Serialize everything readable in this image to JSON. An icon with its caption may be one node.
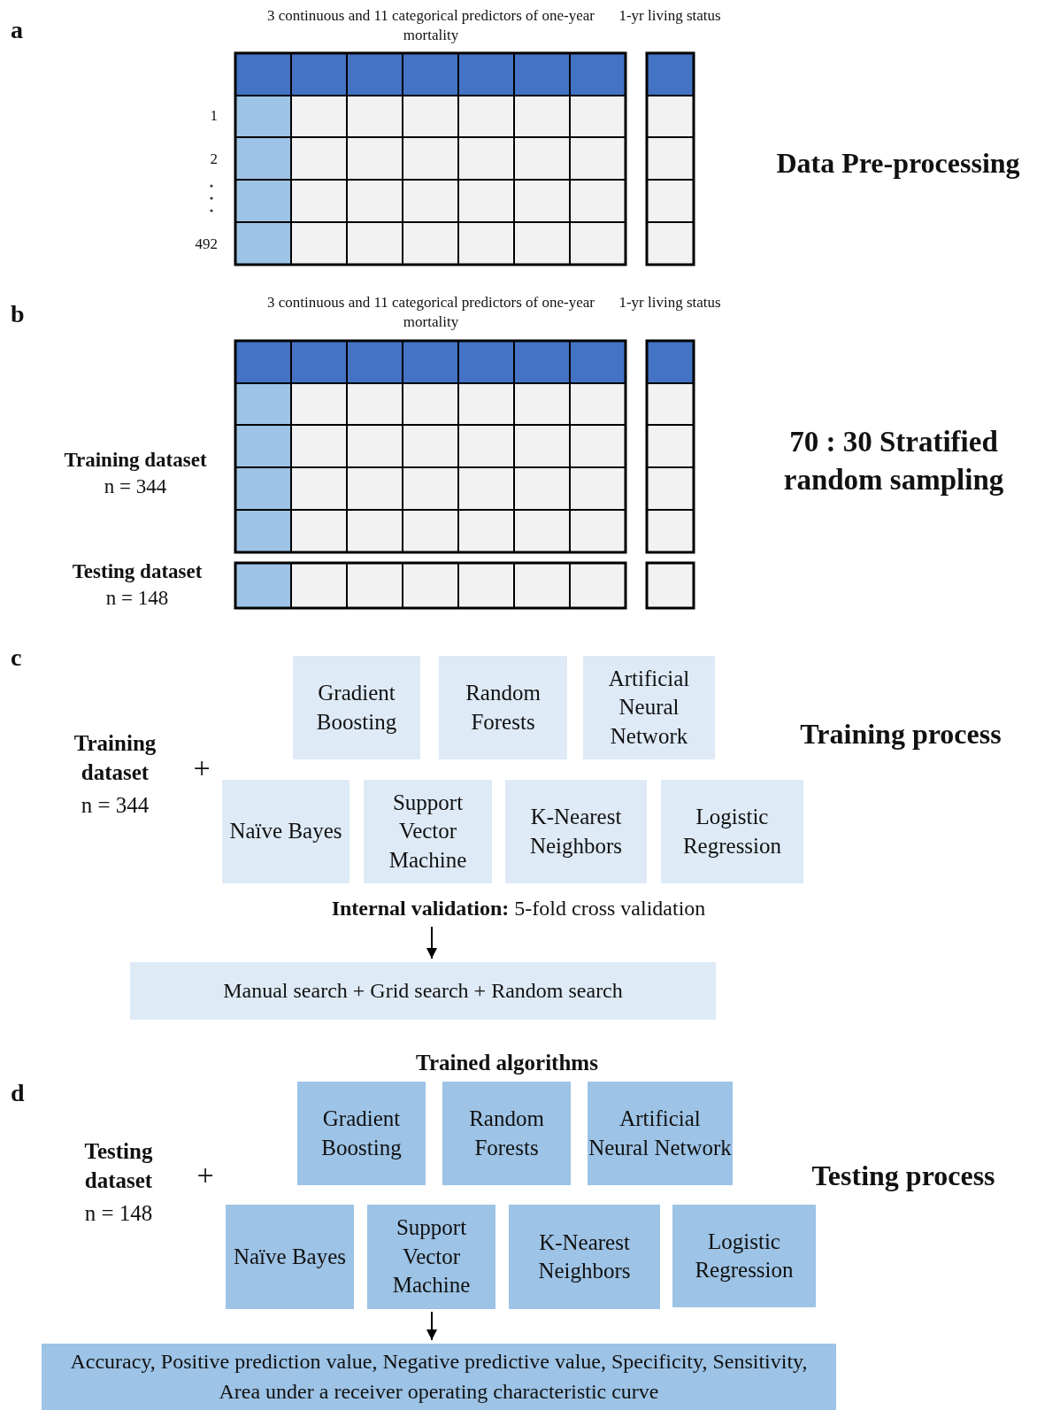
{
  "diagram": {
    "nodes": [
      {
        "text": [
          "Gradient Boosting"
        ]
      },
      {
        "text": [
          "Random Forests"
        ]
      },
      {
        "text": [
          "Artificial Neural Network"
        ]
      },
      {
        "text": [
          "Naïve Bayes"
        ]
      },
      {
        "text": [
          "Support Vector Machine"
        ]
      },
      {
        "text": [
          "K-Nearest Neighbors"
        ]
      },
      {
        "text": [
          "Logistic Regression"
        ]
      },
      {
        "text": [
          "**Internal validation:** 5-fold cross validation"
        ]
      },
      {
        "text": [
          "Manual search + Grid search + Random search"
        ]
      },
      {
        "text": [
          "Gradient Boosting"
        ]
      },
      {
        "text": [
          "Random Forests"
        ]
      },
      {
        "text": [
          "Artificial Neural Network"
        ]
      },
      {
        "text": [
          "Naïve Bayes"
        ]
      },
      {
        "text": [
          "Support Vector Machine"
        ]
      },
      {
        "text": [
          "K-Nearest Neighbors"
        ]
      },
      {
        "text": [
          "Logistic Regression"
        ]
      },
      {
        "text": [
          "Accuracy, Positive prediction value, Negative predictive value, Specificity, Sensitivity, Area under a receiver operating characteristic curve"
        ]
      }
    ],
    "edges": [
      {
        "from": 7,
        "to": 8,
        "arrow": "to"
      },
      {
        "from": 13,
        "to": 16,
        "arrow": "to"
      }
    ],
    "labels": [
      "a",
      "3 continuous and 11 categorical predictors of one-year mortality",
      "1-yr living status",
      "1",
      "2",
      "492",
      "Data Pre-processing",
      "b",
      "3 continuous and 11 categorical predictors of one-year mortality",
      "1-yr living status",
      "Training dataset",
      "n = 344",
      "70 : 30 Stratified random sampling",
      "Testing dataset",
      "n = 148",
      "c",
      "Training dataset",
      "n = 344",
      "+",
      "Training process",
      "Trained algorithms",
      "d",
      "Testing dataset",
      "n = 148",
      "+",
      "Testing process"
    ]
  }
}
